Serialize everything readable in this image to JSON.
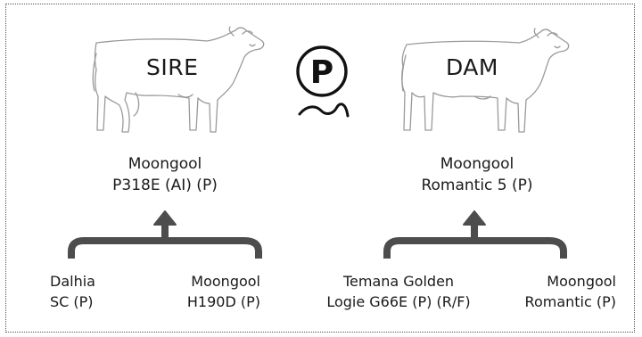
{
  "sire": {
    "tag": "SIRE",
    "name_line1": "Moongool",
    "name_line2": "P318E (AI) (P)",
    "parents": [
      {
        "line1": "Dalhia",
        "line2": "SC (P)"
      },
      {
        "line1": "Moongool",
        "line2": "H190D (P)"
      }
    ]
  },
  "dam": {
    "tag": "DAM",
    "name_line1": "Moongool",
    "name_line2": "Romantic 5 (P)",
    "parents": [
      {
        "line1": "Temana Golden",
        "line2": "Logie G66E (P) (R/F)"
      },
      {
        "line1": "Moongool",
        "line2": "Romantic (P)"
      }
    ]
  },
  "poll_symbol": {
    "letter": "P",
    "icon": "polled-symbol-icon"
  },
  "colors": {
    "arrow": "#4d4d4d",
    "outline": "#9a9a9a",
    "text": "#1a1a1a"
  }
}
